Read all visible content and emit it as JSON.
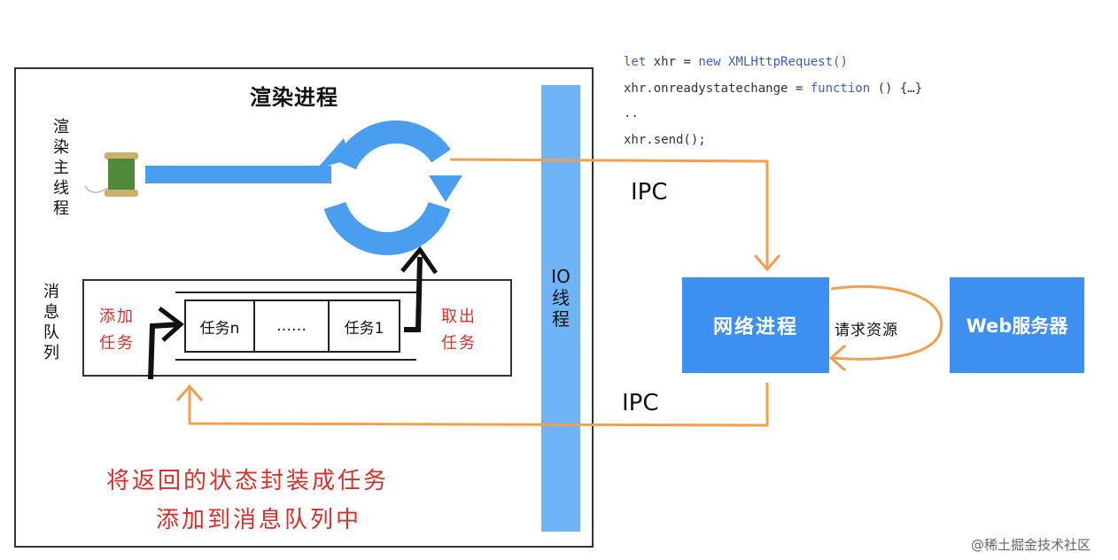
{
  "render_process": {
    "title": "渲染进程",
    "main_thread_label": "渲染主线程",
    "queue_label": "消息队列",
    "add_task": "添加任务",
    "take_task": "取出任务",
    "tasks": [
      "任务n",
      "……",
      "任务1"
    ]
  },
  "io_thread": {
    "label": "IO线程"
  },
  "code": {
    "line1": {
      "kw1": "let",
      "mid": " xhr = ",
      "kw2": "new",
      "cls": " XMLHttpRequest()"
    },
    "line2": {
      "pre": "xhr.onreadystatechange = ",
      "kw": "function",
      "post": " () {…}"
    },
    "line3": "..",
    "line4": "xhr.send();"
  },
  "ipc_top": "IPC",
  "ipc_bottom": "IPC",
  "network_process": "网络进程",
  "request_label": "请求资源",
  "web_server": "Web服务器",
  "caption": {
    "line1": "将返回的状态封装成任务",
    "line2": "添加到消息队列中"
  },
  "watermark": "@稀土掘金技术社区",
  "colors": {
    "blue_bar": "#6fb4f6",
    "blue_box": "#3d8ff0",
    "orange": "#f0a050",
    "red": "#d6302a",
    "cycle_blue": "#4a9ef0"
  },
  "icons": {
    "thread": "spool-icon",
    "loop": "cycle-arrows-icon"
  }
}
